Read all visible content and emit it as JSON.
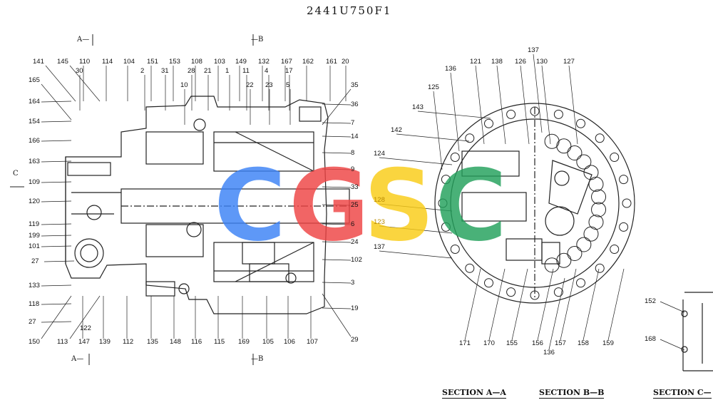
{
  "drawing_title": "2441U750F1",
  "watermark": [
    {
      "char": "C",
      "color": "#3b82f6"
    },
    {
      "char": "G",
      "color": "#ef4444"
    },
    {
      "char": "S",
      "color": "#facc15"
    },
    {
      "char": "C",
      "color": "#22a05b"
    }
  ],
  "section_labels": [
    "SECTION A—A",
    "SECTION B—B",
    "SECTION C—"
  ],
  "cut_markers": [
    "A—",
    "—B",
    "A—",
    "—B",
    "C"
  ],
  "part_numbers_main": [
    "141",
    "145",
    "110",
    "114",
    "104",
    "151",
    "153",
    "108",
    "103",
    "149",
    "132",
    "167",
    "162",
    "161",
    "20",
    "30",
    "2",
    "31",
    "28",
    "21",
    "1",
    "11",
    "4",
    "17",
    "35",
    "165",
    "10",
    "22",
    "23",
    "5",
    "36",
    "164",
    "7",
    "154",
    "14",
    "166",
    "8",
    "163",
    "9",
    "109",
    "33",
    "120",
    "25",
    "119",
    "6",
    "199",
    "24",
    "101",
    "102",
    "27",
    "3",
    "133",
    "19",
    "118",
    "122",
    "27",
    "150",
    "113",
    "147",
    "139",
    "112",
    "135",
    "148",
    "116",
    "115",
    "169",
    "105",
    "106",
    "107",
    "29"
  ],
  "part_numbers_section_a": [
    "137",
    "121",
    "138",
    "126",
    "130",
    "136",
    "127",
    "125",
    "143",
    "142",
    "124",
    "128",
    "123",
    "137",
    "171",
    "170",
    "155",
    "156",
    "157",
    "158",
    "159",
    "136"
  ],
  "part_numbers_section_c": [
    "152",
    "168"
  ]
}
